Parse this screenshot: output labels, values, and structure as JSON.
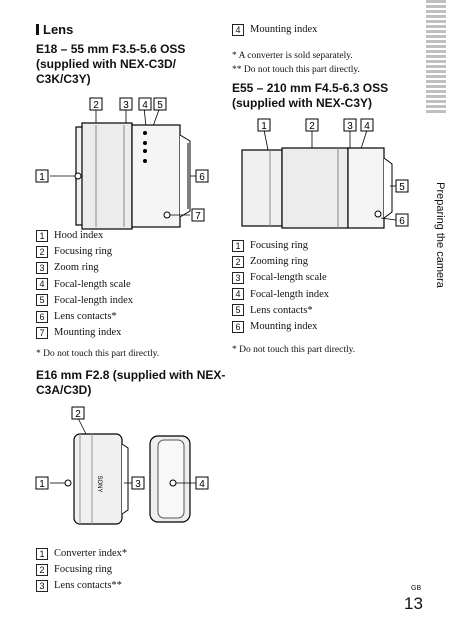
{
  "header": {
    "section": "Lens"
  },
  "lens1": {
    "title": "E18 – 55 mm F3.5-5.6 OSS (supplied with NEX-C3D/ C3K/C3Y)",
    "parts": [
      {
        "n": "1",
        "label": "Hood index"
      },
      {
        "n": "2",
        "label": "Focusing ring"
      },
      {
        "n": "3",
        "label": "Zoom ring"
      },
      {
        "n": "4",
        "label": "Focal-length scale"
      },
      {
        "n": "5",
        "label": "Focal-length index"
      },
      {
        "n": "6",
        "label": "Lens contacts*"
      },
      {
        "n": "7",
        "label": "Mounting index"
      }
    ],
    "note": "*   Do not touch this part directly."
  },
  "lens3": {
    "title": "E16 mm F2.8 (supplied with NEX-C3A/C3D)",
    "parts": [
      {
        "n": "1",
        "label": "Converter index*"
      },
      {
        "n": "2",
        "label": "Focusing ring"
      },
      {
        "n": "3",
        "label": "Lens contacts**"
      },
      {
        "n": "4",
        "label": "Mounting index"
      }
    ],
    "notes": [
      "*   A converter is sold separately.",
      "** Do not touch this part directly."
    ]
  },
  "lens2": {
    "title": "E55 – 210 mm F4.5-6.3 OSS (supplied with NEX-C3Y)",
    "parts": [
      {
        "n": "1",
        "label": "Focusing ring"
      },
      {
        "n": "2",
        "label": "Zooming ring"
      },
      {
        "n": "3",
        "label": "Focal-length scale"
      },
      {
        "n": "4",
        "label": "Focal-length index"
      },
      {
        "n": "5",
        "label": "Lens contacts*"
      },
      {
        "n": "6",
        "label": "Mounting index"
      }
    ],
    "note": "*   Do not touch this part directly."
  },
  "side_tab": "Preparing the camera",
  "footer": {
    "region": "GB",
    "page": "13"
  }
}
